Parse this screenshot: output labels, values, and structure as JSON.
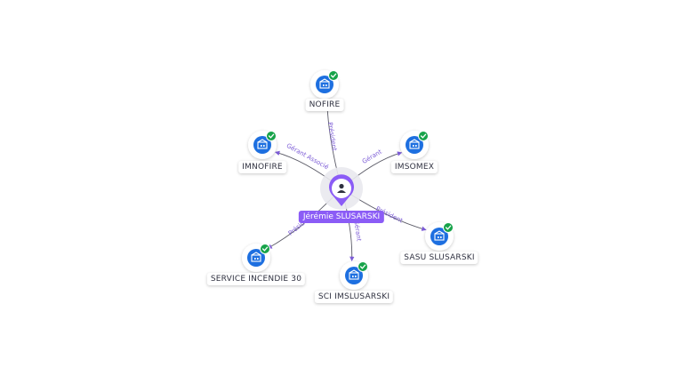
{
  "person": {
    "name": "Jérémie SLUSARSKI",
    "icon": "user-icon",
    "color": "#8b5cf6"
  },
  "companies": [
    {
      "name": "NOFIRE",
      "relation": "Président",
      "verified": true,
      "icon": "building-icon"
    },
    {
      "name": "IMNOFIRE",
      "relation": "Gérant Associé",
      "verified": true,
      "icon": "building-icon"
    },
    {
      "name": "IMSOMEX",
      "relation": "Gérant",
      "verified": true,
      "icon": "building-icon"
    },
    {
      "name": "SASU SLUSARSKI",
      "relation": "Président",
      "verified": true,
      "icon": "building-icon"
    },
    {
      "name": "SCI IMSLUSARSKI",
      "relation": "Gérant",
      "verified": true,
      "icon": "building-icon"
    },
    {
      "name": "SERVICE INCENDIE 30",
      "relation": "Président",
      "verified": true,
      "icon": "building-icon"
    }
  ],
  "colors": {
    "company": "#1d6fe0",
    "check": "#17a34a",
    "edge": "#5a5a66",
    "edge_label": "#7c5cd6"
  }
}
